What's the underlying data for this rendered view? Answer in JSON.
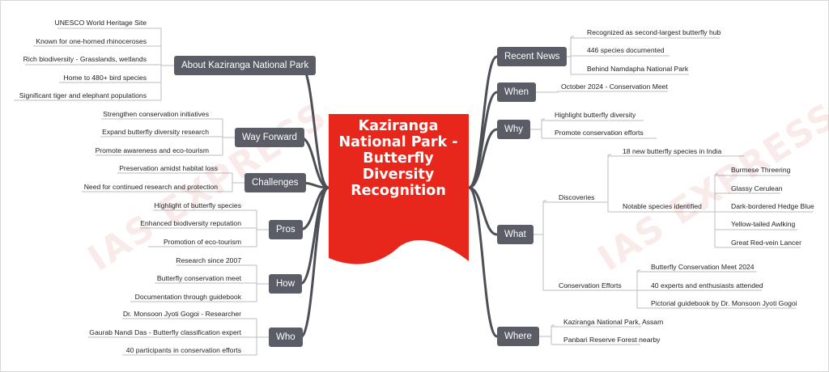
{
  "center": {
    "lines": [
      "Kaziranga",
      "National Park -",
      "Butterfly",
      "Diversity",
      "Recognition"
    ]
  },
  "watermark": "IAS EXPRESS",
  "branches": {
    "recent_news": {
      "label": "Recent News",
      "items": [
        "Recognized as second-largest butterfly hub",
        "446 species documented",
        "Behind Namdapha National Park"
      ]
    },
    "when": {
      "label": "When",
      "items": [
        "October 2024 - Conservation Meet"
      ]
    },
    "why": {
      "label": "Why",
      "items": [
        "Highlight butterfly diversity",
        "Promote conservation efforts"
      ]
    },
    "what": {
      "label": "What",
      "discoveries": {
        "label": "Discoveries",
        "new_species": "18 new butterfly species in India",
        "notable": {
          "label": "Notable species identified",
          "items": [
            "Burmese Threering",
            "Glassy Cerulean",
            "Dark-bordered Hedge Blue",
            "Yellow-tailed Awlking",
            "Great Red-vein Lancer"
          ]
        }
      },
      "conservation": {
        "label": "Conservation Efforts",
        "items": [
          "Butterfly Conservation Meet 2024",
          "40 experts and enthusiasts attended",
          "Pictorial guidebook by Dr. Monsoon Jyoti Gogoi"
        ]
      }
    },
    "where": {
      "label": "Where",
      "items": [
        "Kaziranga National Park, Assam",
        "Panbari Reserve Forest nearby"
      ]
    },
    "about": {
      "label": "About Kaziranga National Park",
      "items": [
        "UNESCO World Heritage Site",
        "Known for one-horned rhinoceroses",
        "Rich biodiversity - Grasslands, wetlands",
        "Home to 480+ bird species",
        "Significant tiger and elephant populations"
      ]
    },
    "way_forward": {
      "label": "Way Forward",
      "items": [
        "Strengthen conservation initiatives",
        "Expand butterfly diversity research",
        "Promote awareness and eco-tourism"
      ]
    },
    "challenges": {
      "label": "Challenges",
      "items": [
        "Preservation amidst habitat loss",
        "Need for continued research and protection"
      ]
    },
    "pros": {
      "label": "Pros",
      "items": [
        "Highlight of butterfly species",
        "Enhanced biodiversity reputation",
        "Promotion of eco-tourism"
      ]
    },
    "how": {
      "label": "How",
      "items": [
        "Research since 2007",
        "Butterfly conservation meet",
        "Documentation through guidebook"
      ]
    },
    "who": {
      "label": "Who",
      "items": [
        "Dr. Monsoon Jyoti Gogoi - Researcher",
        "Gaurab Nandi Das - Butterfly classification expert",
        "40 participants in conservation efforts"
      ]
    }
  },
  "colors": {
    "center": "#e8271c",
    "branch": "#5b5d66",
    "line": "#4d4f57",
    "leaf_line": "#b9bcc2"
  }
}
